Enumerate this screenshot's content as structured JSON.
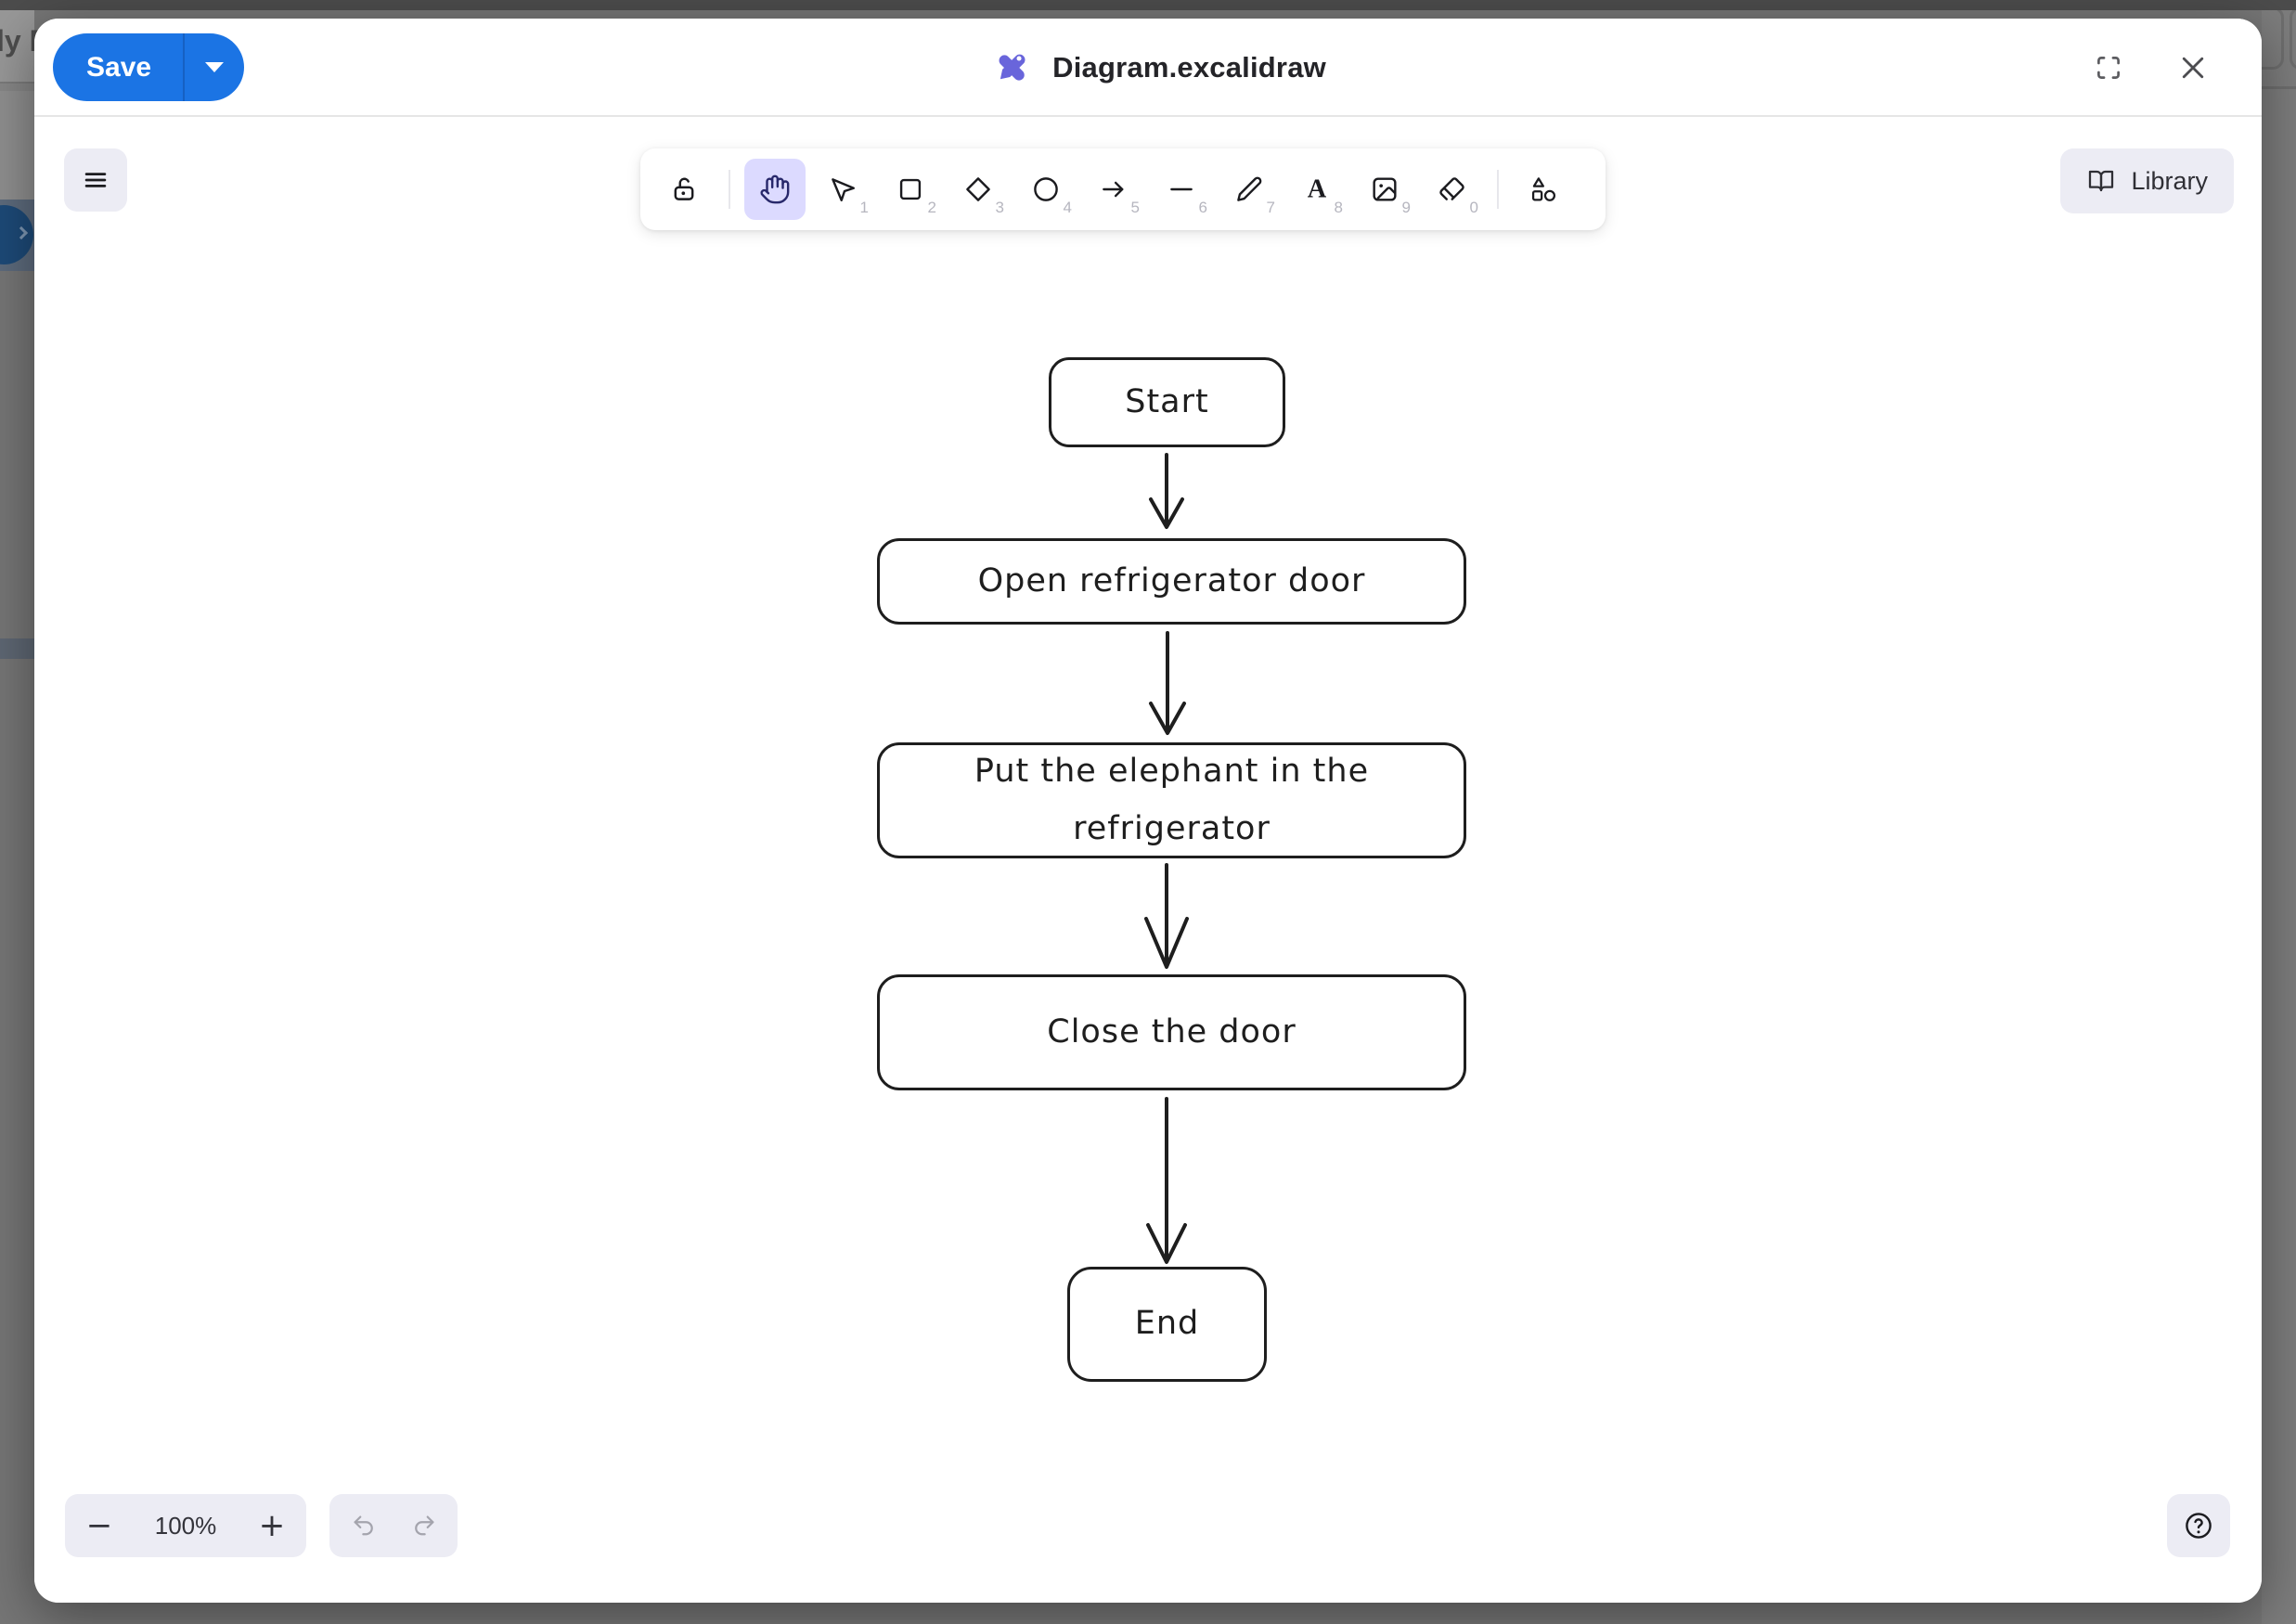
{
  "background": {
    "partial_text": "ly F"
  },
  "modal": {
    "title": "Diagram.excalidraw",
    "save_button": {
      "label": "Save"
    },
    "library_button": {
      "label": "Library"
    }
  },
  "toolbar": {
    "tools": [
      {
        "name": "lock",
        "shortcut": ""
      },
      {
        "name": "hand",
        "shortcut": "",
        "selected": true
      },
      {
        "name": "selection",
        "shortcut": "1"
      },
      {
        "name": "rectangle",
        "shortcut": "2"
      },
      {
        "name": "diamond",
        "shortcut": "3"
      },
      {
        "name": "ellipse",
        "shortcut": "4"
      },
      {
        "name": "arrow",
        "shortcut": "5"
      },
      {
        "name": "line",
        "shortcut": "6"
      },
      {
        "name": "draw",
        "shortcut": "7"
      },
      {
        "name": "text",
        "shortcut": "8"
      },
      {
        "name": "image",
        "shortcut": "9"
      },
      {
        "name": "eraser",
        "shortcut": "0"
      },
      {
        "name": "shapes",
        "shortcut": ""
      }
    ]
  },
  "footer": {
    "zoom_out": "−",
    "zoom_value": "100%",
    "zoom_in": "+"
  },
  "diagram": {
    "type": "flowchart",
    "nodes": [
      {
        "id": "start",
        "label": "Start"
      },
      {
        "id": "open",
        "label": "Open refrigerator door"
      },
      {
        "id": "put",
        "label": "Put the elephant in the refrigerator"
      },
      {
        "id": "close",
        "label": "Close the door"
      },
      {
        "id": "end",
        "label": "End"
      }
    ],
    "edges": [
      {
        "from": "start",
        "to": "open"
      },
      {
        "from": "open",
        "to": "put"
      },
      {
        "from": "put",
        "to": "close"
      },
      {
        "from": "close",
        "to": "end"
      }
    ]
  },
  "colors": {
    "accent_blue": "#1b74e4",
    "brand_purple": "#6965db",
    "selected_tool_bg": "#dcdaff",
    "island_bg": "#ececf4",
    "diagram_stroke": "#1e1e1e"
  }
}
